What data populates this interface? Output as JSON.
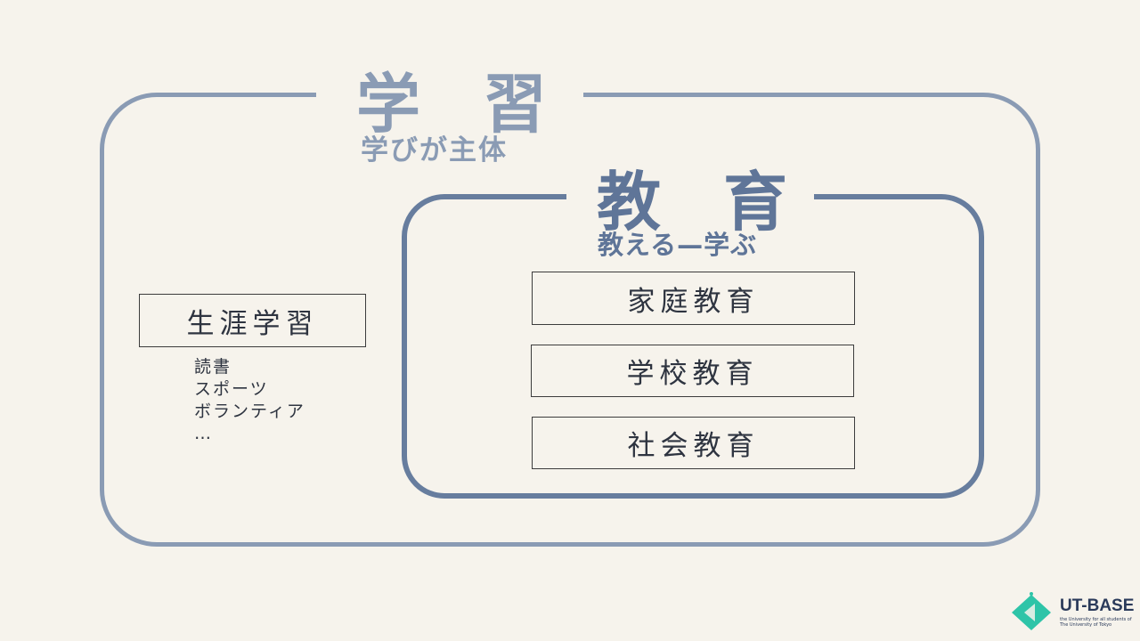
{
  "learning": {
    "title": "学習",
    "subtitle": "学びが主体"
  },
  "education": {
    "title": "教育",
    "subtitle": "教える—学ぶ"
  },
  "lifelong": {
    "label": "生涯学習",
    "examples": [
      "読書",
      "スポーツ",
      "ボランティア",
      "…"
    ]
  },
  "education_types": [
    "家庭教育",
    "学校教育",
    "社会教育"
  ],
  "logo": {
    "name": "UT-BASE",
    "tagline_1": "the University for all students of",
    "tagline_2": "The University of Tokyo"
  },
  "colors": {
    "outer": "#8a9bb4",
    "inner": "#677d9e",
    "logo": "#2ec4a8"
  }
}
